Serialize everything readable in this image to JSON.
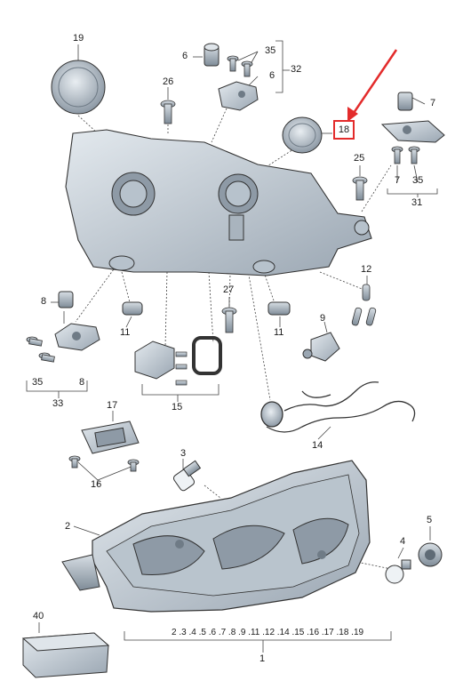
{
  "labels": {
    "p19": "19",
    "p6a": "6",
    "p35a": "35",
    "p32": "32",
    "p6b": "6",
    "p26": "26",
    "p18": "18",
    "p7a": "7",
    "p25": "25",
    "p7b": "7",
    "p35b": "35",
    "p31": "31",
    "p12": "12",
    "p8a": "8",
    "p11a": "11",
    "p27": "27",
    "p11b": "11",
    "p9": "9",
    "p35c": "35",
    "p8b": "8",
    "p33": "33",
    "p15": "15",
    "p17": "17",
    "p14": "14",
    "p16": "16",
    "p3": "3",
    "p2": "2",
    "p5": "5",
    "p4": "4",
    "p40": "40",
    "p1": "1"
  },
  "bottom_range": "2 .3 .4 .5 .6 .7 .8 .9 .11 .12 .14 .15 .16 .17 .18 .19",
  "colors": {
    "highlight": "#e32b2b",
    "part_fill": "#c9d3dc",
    "part_dark": "#8e9aa6",
    "line": "#2a2a2a"
  }
}
